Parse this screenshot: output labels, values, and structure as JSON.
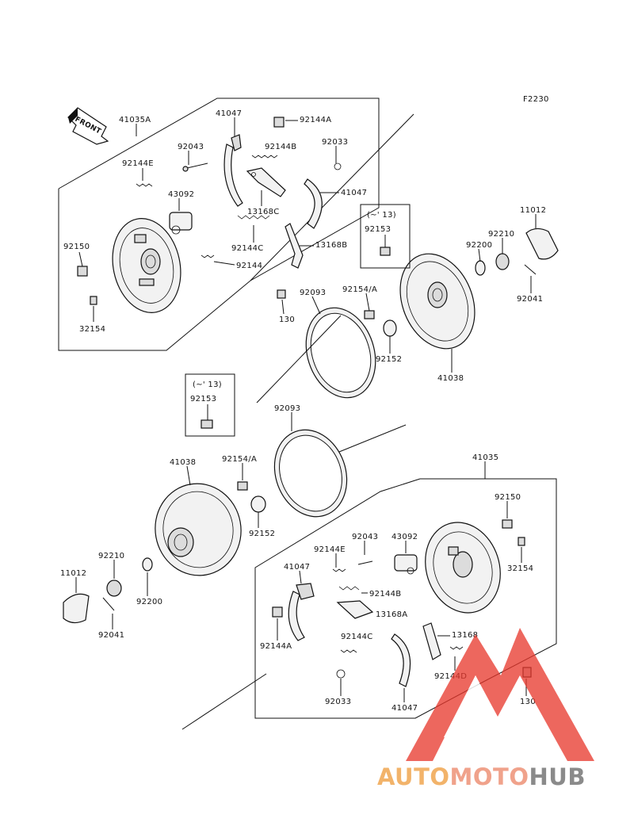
{
  "figure_code": "F2230",
  "front_tag": "FRONT",
  "watermark": {
    "part1": "AUTO",
    "part2": "MOTO",
    "part3": "HUB",
    "colors": {
      "auto": "#f2b36a",
      "moto": "#f0a28b",
      "hub": "#8a8a8a",
      "triangle": "#e8392e"
    }
  },
  "top_group": {
    "assembly": "41035A",
    "shoe_a": "41047",
    "spring_92144A": "92144A",
    "pin_92043": "92043",
    "spring_92144B": "92144B",
    "clip_92033": "92033",
    "spring_92144E": "92144E",
    "cylinder": "43092",
    "shoe_b": "41047",
    "lever_13168C": "13168C",
    "spring_92144C": "92144C",
    "lever_13168B": "13168B",
    "spring_92144": "92144",
    "bolt_92150": "92150",
    "bleeder_32154": "32154",
    "bolt_130": "130",
    "seal": "92093",
    "stud_92154": "92154/A",
    "seal_92152": "92152",
    "drum": "41038",
    "note_13": "(~' 13)",
    "bolt_92153": "92153",
    "cap": "11012",
    "nut": "92210",
    "washer": "92200",
    "cotter": "92041"
  },
  "mid_note": {
    "note_13": "(~' 13)",
    "bolt_92153": "92153"
  },
  "bottom_group": {
    "seal": "92093",
    "drum": "41038",
    "stud_92154": "92154/A",
    "seal_92152": "92152",
    "nut": "92210",
    "cap": "11012",
    "washer": "92200",
    "cotter": "92041",
    "assembly": "41035",
    "bolt_92150": "92150",
    "bleeder_32154": "32154",
    "pin_92043": "92043",
    "cylinder": "43092",
    "spring_92144E": "92144E",
    "shoe_a": "41047",
    "spring_92144B": "92144B",
    "lever_13168A": "13168A",
    "spring_92144A": "92144A",
    "spring_92144C": "92144C",
    "lever_13168": "13168",
    "spring_92144D": "92144D",
    "clip_92033": "92033",
    "shoe_b": "41047",
    "bolt_130": "130"
  }
}
